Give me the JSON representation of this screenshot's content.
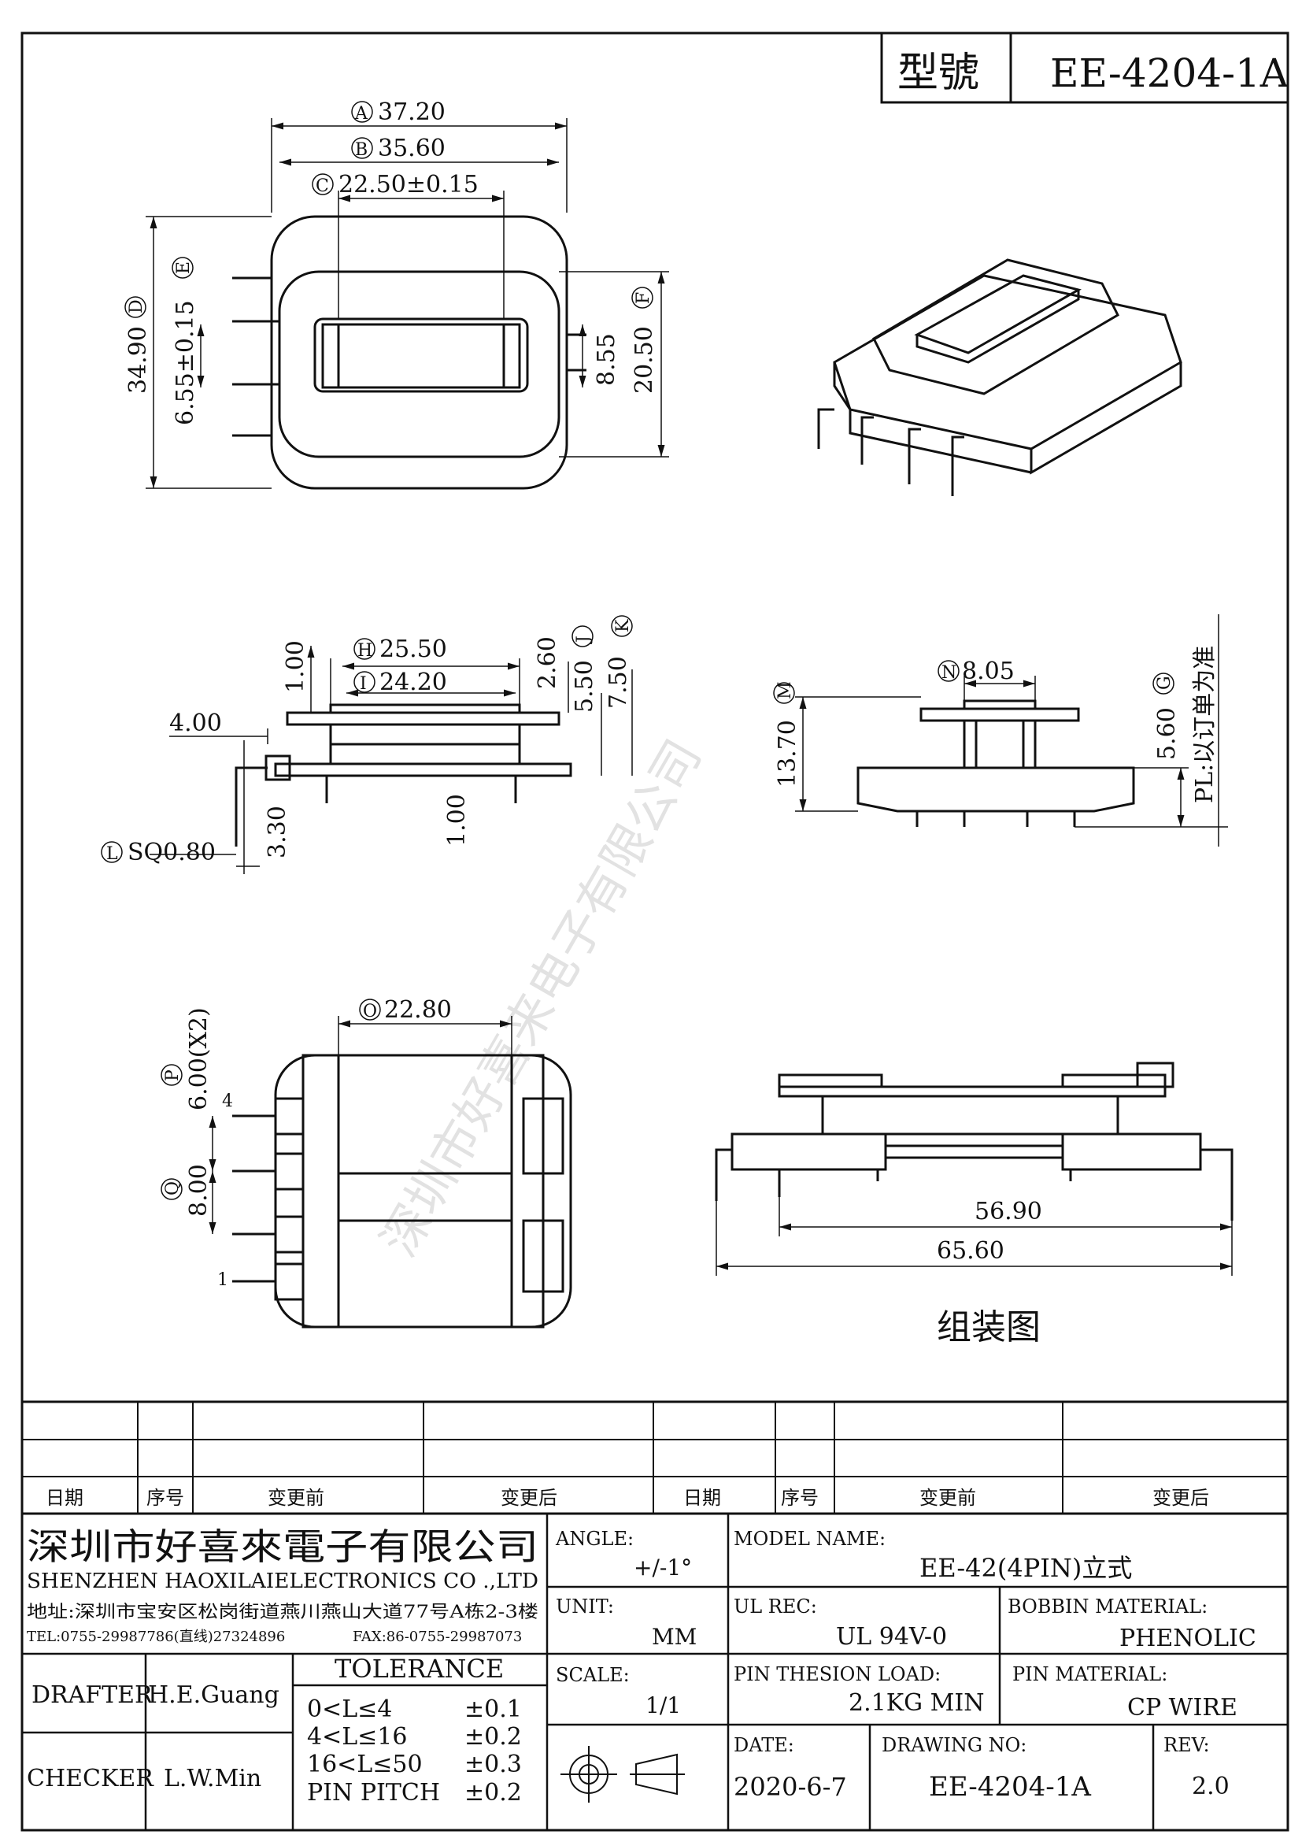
{
  "title_block": {
    "model_label": "型號",
    "model_value": "EE-4204-1A"
  },
  "dimensions": {
    "A": "37.20",
    "B": "35.60",
    "C": "22.50±0.15",
    "D": "34.90",
    "E": "6.55±0.15",
    "F": "20.50",
    "inner_8_55": "8.55",
    "H": "25.50",
    "I": "24.20",
    "dim_1_00_top": "1.00",
    "dim_2_60": "2.60",
    "J": "5.50",
    "K": "7.50",
    "dim_4_00": "4.00",
    "dim_3_30": "3.30",
    "dim_1_00_bottom": "1.00",
    "L": "SQ0.80",
    "M": "13.70",
    "N": "8.05",
    "G": "5.60",
    "pl_note": "PL:以订单为准",
    "O": "22.80",
    "P": "6.00(X2)",
    "Q": "8.00",
    "pin_4": "4",
    "pin_1": "1",
    "assy_56_90": "56.90",
    "assy_65_60": "65.60",
    "assembly_title": "组装图",
    "circle_letters": {
      "A": "A",
      "B": "B",
      "C": "C",
      "D": "D",
      "E": "E",
      "F": "F",
      "G": "G",
      "H": "H",
      "I": "I",
      "J": "J",
      "K": "K",
      "L": "L",
      "M": "M",
      "N": "N",
      "O": "O",
      "P": "P",
      "Q": "Q"
    }
  },
  "watermark": "深圳市好喜来电子有限公司",
  "revision_table": {
    "headers": [
      "日期",
      "序号",
      "变更前",
      "变更后",
      "日期",
      "序号",
      "变更前",
      "变更后"
    ]
  },
  "company": {
    "name_cn": "深圳市好喜來電子有限公司",
    "name_en": "SHENZHEN HAOXILAIELECTRONICS CO .,LTD",
    "address": "地址:深圳市宝安区松岗街道燕川燕山大道77号A栋2-3楼",
    "tel": "TEL:0755-29987786(直线)27324896",
    "fax": "FAX:86-0755-29987073"
  },
  "info": {
    "angle_label": "ANGLE:",
    "angle_value": "+/-1°",
    "model_name_label": "MODEL NAME:",
    "model_name_value": "EE-42(4PIN)立式",
    "unit_label": "UNIT:",
    "unit_value": "MM",
    "ul_rec_label": "UL REC:",
    "ul_rec_value": "UL 94V-0",
    "bobbin_material_label": "BOBBIN MATERIAL:",
    "bobbin_material_value": "PHENOLIC",
    "scale_label": "SCALE:",
    "scale_value": "1/1",
    "pin_thesion_label": "PIN THESION LOAD:",
    "pin_thesion_value": "2.1KG MIN",
    "pin_material_label": "PIN MATERIAL:",
    "pin_material_value": "CP  WIRE",
    "date_label": "DATE:",
    "date_value": "2020-6-7",
    "drawing_no_label": "DRAWING NO:",
    "drawing_no_value": "EE-4204-1A",
    "rev_label": "REV:",
    "rev_value": "2.0",
    "drafter_label": "DRAFTER",
    "drafter_value": "H.E.Guang",
    "checker_label": "CHECKER",
    "checker_value": "L.W.Min"
  },
  "tolerance": {
    "title": "TOLERANCE",
    "rows": [
      {
        "range": "0<L≤4",
        "value": "±0.1"
      },
      {
        "range": "4<L≤16",
        "value": "±0.2"
      },
      {
        "range": "16<L≤50",
        "value": "±0.3"
      },
      {
        "range": "PIN PITCH",
        "value": "±0.2"
      }
    ]
  }
}
